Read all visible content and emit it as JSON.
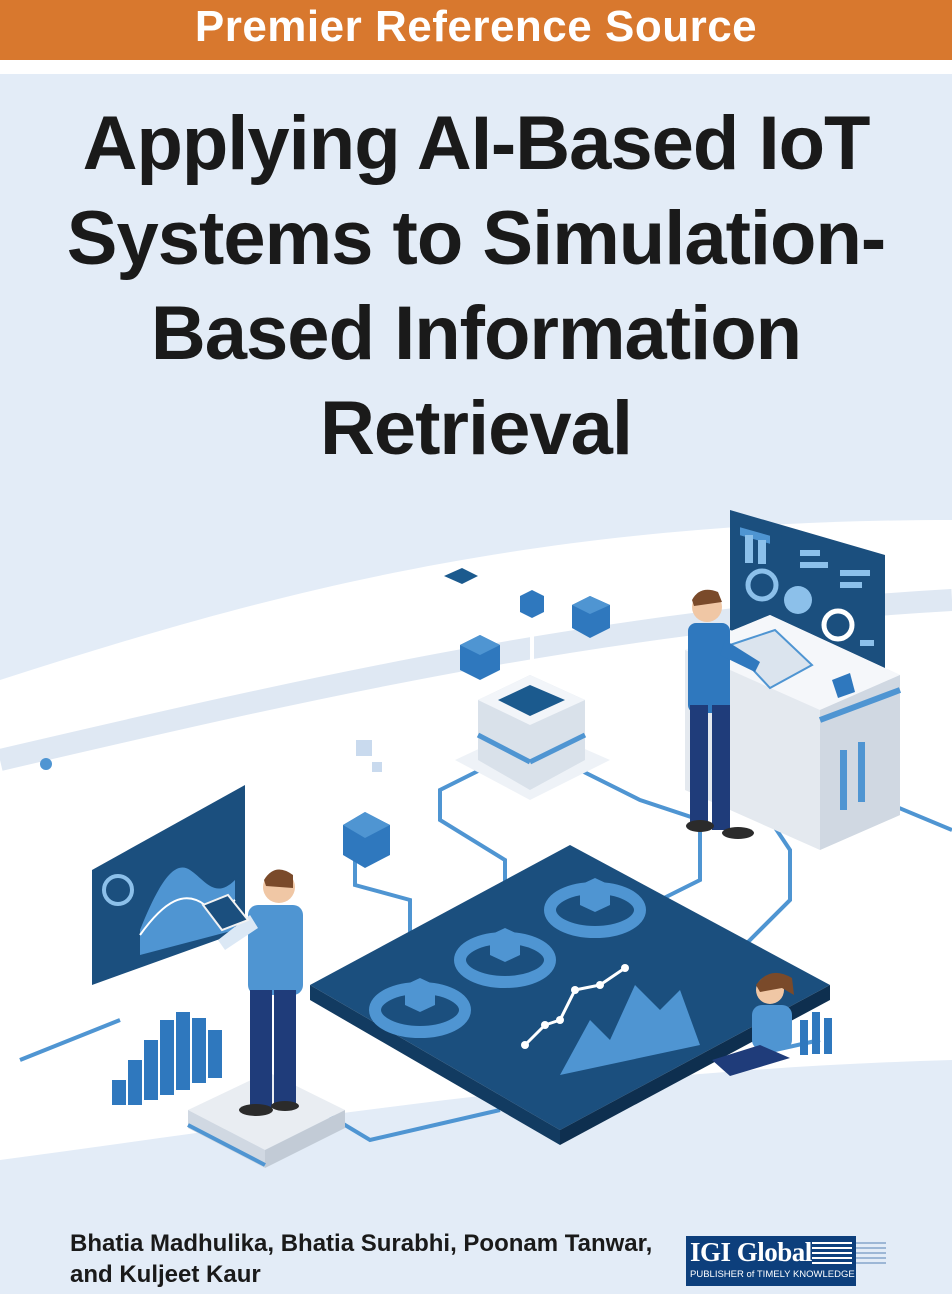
{
  "banner": {
    "text": "Premier Reference Source"
  },
  "title": {
    "lines": [
      "Applying AI-Based IoT",
      "Systems to Simulation-",
      "Based Information",
      "Retrieval"
    ]
  },
  "authors": {
    "line1": "Bhatia Madhulika, Bhatia Surabhi, Poonam Tanwar,",
    "line2": "and Kuljeet Kaur"
  },
  "publisher": {
    "name": "IGI Global",
    "tagline": "PUBLISHER of TIMELY KNOWLEDGE"
  },
  "colors": {
    "banner": "#d8782e",
    "background": "#e3ecf7",
    "accent_dark": "#1b5a8e",
    "accent_light": "#4f95d2",
    "publisher": "#0d3f7c"
  },
  "illustration": {
    "icons": [
      "cube-network-icon",
      "person-tablet-icon",
      "person-desk-icon",
      "person-sitting-icon",
      "dashboard-icon",
      "bar-chart-icon",
      "line-chart-icon"
    ]
  }
}
